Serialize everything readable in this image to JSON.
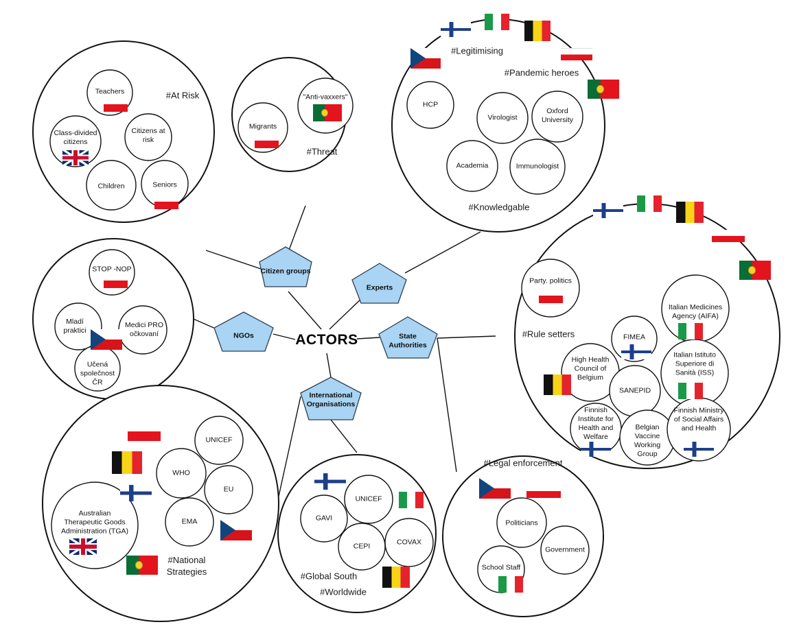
{
  "title": "ACTORS",
  "hubs": {
    "citizen_groups": "Citizen groups",
    "experts": "Experts",
    "ngos": "NGOs",
    "state_authorities": "State\nAuthorities",
    "international_organisations": "International\nOrganisations"
  },
  "clusters": {
    "at_risk": {
      "tag": "#At Risk",
      "items": [
        "Teachers",
        "Class-divided\ncitizens",
        "Citizens at\nrisk",
        "Children",
        "Seniors"
      ]
    },
    "threat": {
      "tag": "#Threat",
      "items": [
        "\"Anti-vaxxers\"",
        "Migrants"
      ]
    },
    "knowledgable": {
      "tag_legit": "#Legitimising",
      "tag_heroes": "#Pandemic heroes",
      "tag": "#Knowledgable",
      "items": [
        "HCP",
        "Virologist",
        "Oxford\nUniversity",
        "Academia",
        "Immunologist"
      ]
    },
    "ngos": {
      "items": [
        "STOP -NOP",
        "Mladí\npraktici",
        "Medici PRO\nočkovaní",
        "Učená\nspolečnost\nČR"
      ]
    },
    "rule_setters": {
      "tag": "#Rule setters",
      "items": [
        "Party. politics",
        "Italian Medicines\nAgency (AIFA)",
        "FIMEA",
        "High Health\nCouncil of\nBelgium",
        "Italian Istituto\nSuperiore di\nSanità (ISS)",
        "SANEPID",
        "Finnish\nInstitute for\nHealth and\nWelfare",
        "Belgian\nVaccine\nWorking\nGroup",
        "Finnish Ministry\nof Social Affairs\nand Health"
      ]
    },
    "national": {
      "tag": "#National\nStrategies",
      "items": [
        "UNICEF",
        "WHO",
        "EU",
        "EMA",
        "Australian\nTherapeutic Goods\nAdministration (TGA)"
      ]
    },
    "global": {
      "tag_south": "#Global South",
      "tag_world": "#Worldwide",
      "items": [
        "UNICEF",
        "GAVI",
        "CEPI",
        "COVAX"
      ]
    },
    "legal": {
      "tag": "#Legal enforcement",
      "items": [
        "Politicians",
        "Government",
        "School Staff"
      ]
    }
  },
  "colors": {
    "hub_fill": "#a9d4f3",
    "line": "#111111"
  }
}
